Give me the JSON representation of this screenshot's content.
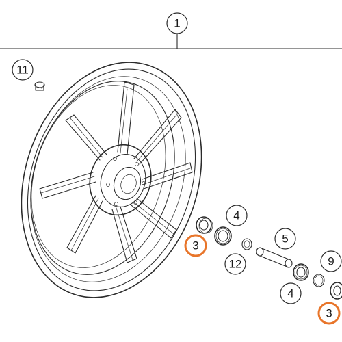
{
  "diagram": {
    "colors": {
      "line": "#2b2b2b",
      "highlight": "#e8752a",
      "background": "#ffffff"
    },
    "callouts": [
      {
        "id": "c1",
        "label": "1",
        "highlighted": false
      },
      {
        "id": "c11",
        "label": "11",
        "highlighted": false
      },
      {
        "id": "c4a",
        "label": "4",
        "highlighted": false
      },
      {
        "id": "c5",
        "label": "5",
        "highlighted": false
      },
      {
        "id": "c3a",
        "label": "3",
        "highlighted": true
      },
      {
        "id": "c12",
        "label": "12",
        "highlighted": false
      },
      {
        "id": "c9",
        "label": "9",
        "highlighted": false
      },
      {
        "id": "c4b",
        "label": "4",
        "highlighted": false
      },
      {
        "id": "c3b",
        "label": "3",
        "highlighted": true
      }
    ]
  }
}
